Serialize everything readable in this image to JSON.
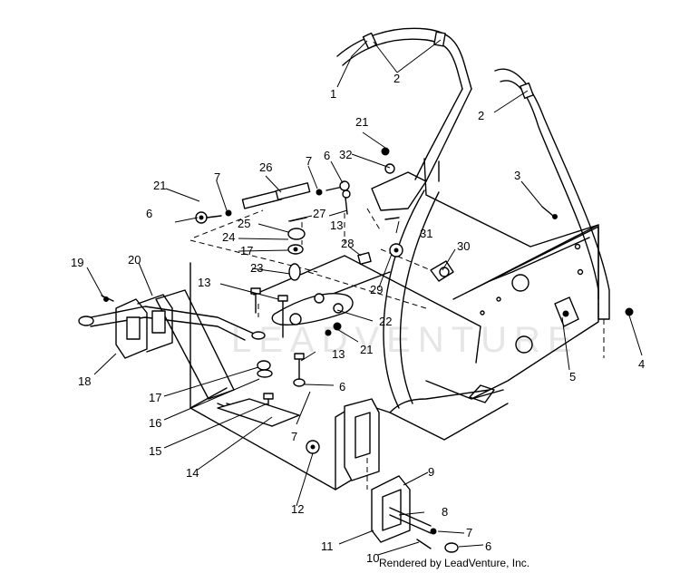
{
  "watermark": "LEADVENTURE",
  "credit": "Rendered by LeadVenture, Inc.",
  "callouts": {
    "c1": "1",
    "c2a": "2",
    "c2b": "2",
    "c3": "3",
    "c4": "4",
    "c5": "5",
    "c6a": "6",
    "c6b": "6",
    "c6c": "6",
    "c6d": "6",
    "c7a": "7",
    "c7b": "7",
    "c7c": "7",
    "c7d": "7",
    "c8": "8",
    "c9": "9",
    "c10": "10",
    "c11": "11",
    "c12": "12",
    "c13a": "13",
    "c13b": "13",
    "c13c": "13",
    "c14": "14",
    "c15": "15",
    "c16": "16",
    "c17a": "17",
    "c17b": "17",
    "c18": "18",
    "c19": "19",
    "c20": "20",
    "c21a": "21",
    "c21b": "21",
    "c21c": "21",
    "c22": "22",
    "c23": "23",
    "c24": "24",
    "c25": "25",
    "c26": "26",
    "c27": "27",
    "c28": "28",
    "c29": "29",
    "c30": "30",
    "c31": "31",
    "c32": "32"
  }
}
